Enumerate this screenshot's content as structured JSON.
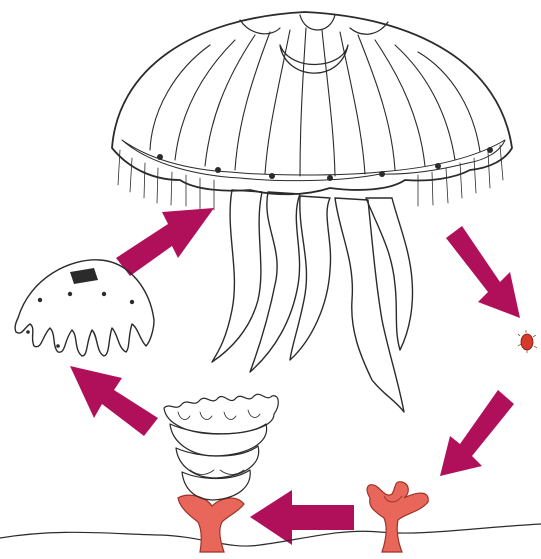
{
  "diagram": {
    "type": "life-cycle",
    "stages": [
      {
        "id": "adult-medusa",
        "label": ""
      },
      {
        "id": "planula-larva",
        "label": ""
      },
      {
        "id": "polyp",
        "label": ""
      },
      {
        "id": "strobila",
        "label": ""
      },
      {
        "id": "ephyra",
        "label": ""
      }
    ],
    "cycle_order": [
      "adult-medusa",
      "planula-larva",
      "polyp",
      "strobila",
      "ephyra",
      "adult-medusa"
    ],
    "colors": {
      "arrow": "#b0105a",
      "jelly_tint": "#bfeaec",
      "jelly_outline": "#2b2b2b",
      "ephyra_pink": "#f4c6cf",
      "polyp_red": "#e8675a",
      "larva_red": "#d63a2a"
    }
  }
}
